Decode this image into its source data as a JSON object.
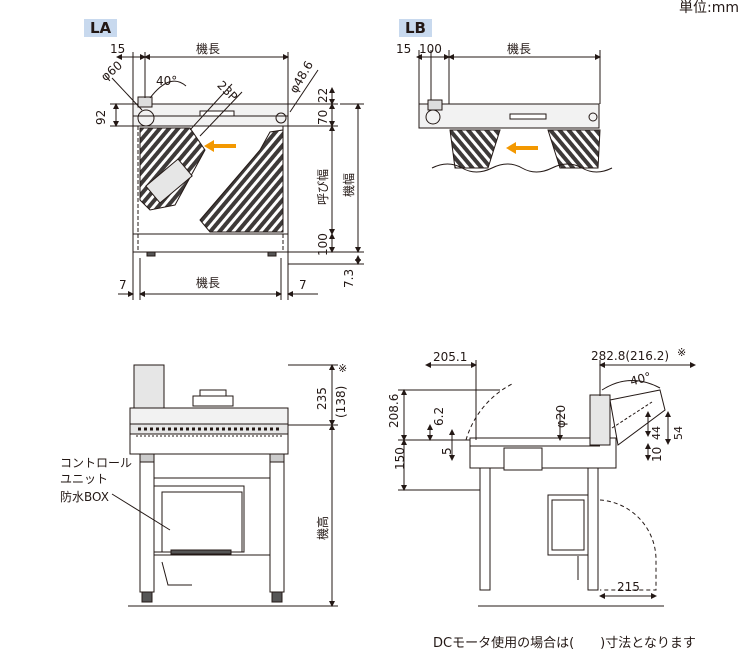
{
  "unit": "単位:mm",
  "footnote": "DCモータ使用の場合は(　　)寸法となります",
  "view_la": {
    "tag": "LA",
    "dim_15": "15",
    "dim_length_top": "機長",
    "dim_phi60": "φ60",
    "dim_40deg": "40°",
    "dim_23p": "23P",
    "dim_phi486": "φ48.6",
    "dim_22": "22",
    "dim_92": "92",
    "dim_70": "70",
    "dim_nominal_width": "呼び幅",
    "dim_machine_width": "機幅",
    "dim_100": "100",
    "dim_73": "7.3",
    "dim_7_left": "7",
    "dim_length_bottom": "機長",
    "dim_7_right": "7"
  },
  "view_lb": {
    "tag": "LB",
    "dim_15": "15",
    "dim_100": "100",
    "dim_length": "機長"
  },
  "front_view": {
    "dim_235": "235",
    "dim_138": "(138)",
    "note_mark": "※",
    "callout_control": "コントロール",
    "callout_unit": "ユニット",
    "callout_box": "防水BOX",
    "dim_machine_height": "機高"
  },
  "side_view": {
    "dim_2051": "205.1",
    "dim_2828": "282.8(216.2)",
    "note_mark": "※",
    "dim_40deg": "40°",
    "dim_2086": "208.6",
    "dim_62": "6.2",
    "dim_phi20": "φ20",
    "dim_5": "5",
    "dim_150": "150",
    "dim_44": "44",
    "dim_54": "54",
    "dim_10": "10",
    "dim_215": "215"
  }
}
